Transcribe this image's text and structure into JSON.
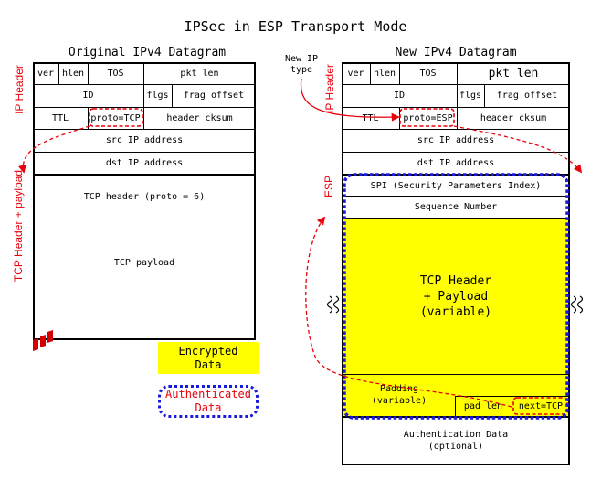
{
  "title": "IPSec in ESP Transport Mode",
  "left": {
    "heading": "Original IPv4 Datagram",
    "side_header": "IP Header",
    "side_tcp": "TCP Header + payload",
    "ver": "ver",
    "hlen": "hlen",
    "tos": "TOS",
    "pktlen": "pkt len",
    "id": "ID",
    "flgs": "flgs",
    "frag": "frag offset",
    "ttl": "TTL",
    "proto": "proto=TCP",
    "cksum": "header cksum",
    "src": "src IP address",
    "dst": "dst IP address",
    "tcp_header": "TCP header (proto = 6)",
    "tcp_payload": "TCP payload"
  },
  "right": {
    "heading": "New IPv4 Datagram",
    "side_header": "IP Header",
    "side_esp": "ESP",
    "callout": "New IP\ntype",
    "ver": "ver",
    "hlen": "hlen",
    "tos": "TOS",
    "pktlen": "pkt len",
    "id": "ID",
    "flgs": "flgs",
    "frag": "frag offset",
    "ttl": "TTL",
    "proto": "proto=ESP",
    "cksum": "header cksum",
    "src": "src IP address",
    "dst": "dst IP address",
    "spi": "SPI (Security Parameters Index)",
    "seq": "Sequence Number",
    "payload": "TCP Header\n+ Payload\n(variable)",
    "padding": "Padding\n(variable)",
    "padlen": "pad len",
    "next": "next=TCP",
    "auth": "Authentication Data\n(optional)"
  },
  "legend": {
    "encrypted": "Encrypted\nData",
    "authenticated": "Authenticated\nData"
  },
  "colors": {
    "encrypted": "#ffff00",
    "auth_border": "#1a1adc",
    "annotation": "#e8000b"
  }
}
